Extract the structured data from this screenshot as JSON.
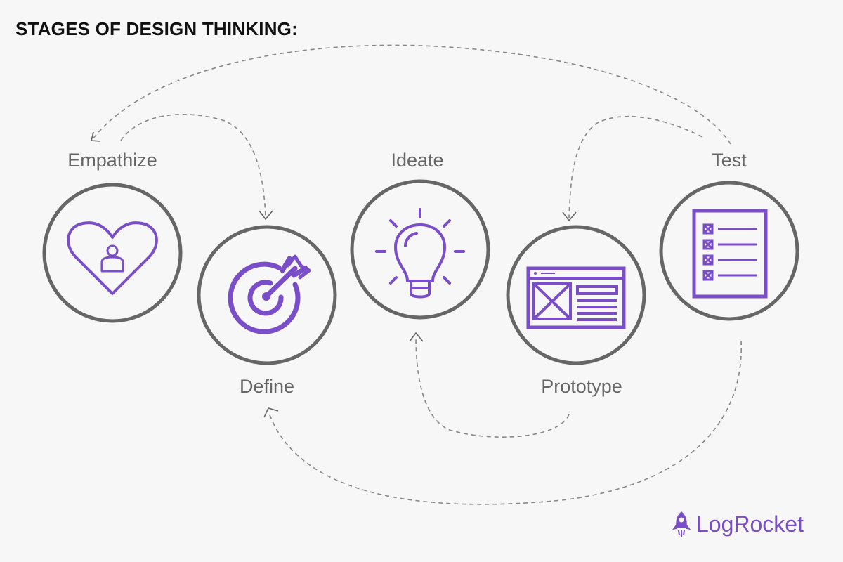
{
  "title": "STAGES OF DESIGN THINKING:",
  "colors": {
    "accent": "#7a4dc9",
    "ring": "#666666",
    "dashed": "#888888",
    "label": "#666666"
  },
  "stages": [
    {
      "label": "Empathize",
      "icon": "heart-person-icon"
    },
    {
      "label": "Define",
      "icon": "target-arrow-icon"
    },
    {
      "label": "Ideate",
      "icon": "lightbulb-icon"
    },
    {
      "label": "Prototype",
      "icon": "wireframe-icon"
    },
    {
      "label": "Test",
      "icon": "checklist-icon"
    }
  ],
  "brand": {
    "name": "LogRocket",
    "icon": "rocket-icon"
  }
}
